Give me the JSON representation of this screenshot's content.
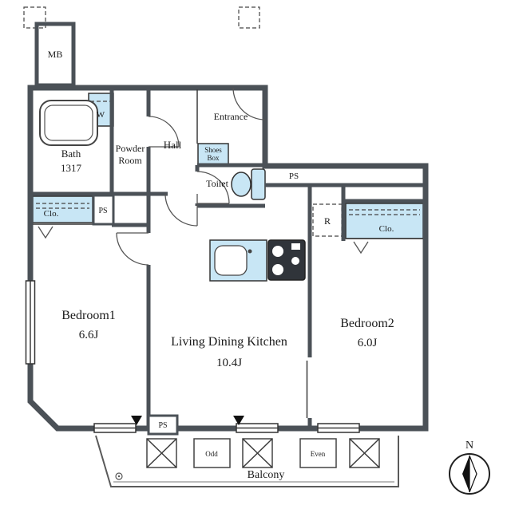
{
  "plan": {
    "labels": {
      "mb": "MB",
      "bath": "Bath",
      "bath_size": "1317",
      "washer": "W",
      "powder_line1": "Powder",
      "powder_line2": "Room",
      "hall": "Hall",
      "entrance": "Entrance",
      "shoes_line1": "Shoes",
      "shoes_line2": "Box",
      "toilet": "Toilet",
      "ps_top": "PS",
      "ps_left": "PS",
      "ps_bottom": "PS",
      "closet_left": "Clo.",
      "closet_right": "Clo.",
      "fridge": "R",
      "bedroom1": "Bedroom1",
      "bedroom1_size": "6.6J",
      "ldk": "Living Dining Kitchen",
      "ldk_size": "10.4J",
      "bedroom2": "Bedroom2",
      "bedroom2_size": "6.0J",
      "balcony": "Balcony",
      "balcony_odd": "Odd",
      "balcony_even": "Even",
      "compass_n": "N"
    },
    "colors": {
      "highlight_blue": "#c8e6f5",
      "wall_gray": "#4b5157",
      "line_dark": "#333333"
    }
  }
}
